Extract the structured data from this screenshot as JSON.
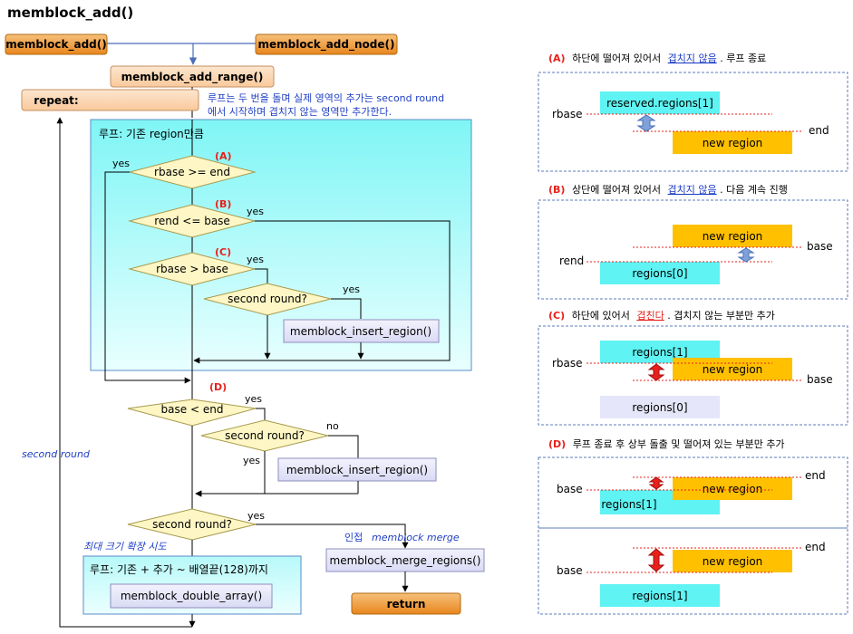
{
  "title": "memblock_add()",
  "flow": {
    "memblock_add": "memblock_add()",
    "memblock_add_node": "memblock_add_node()",
    "memblock_add_range": "memblock_add_range()",
    "repeat": "repeat:",
    "repeat_note_1": "루프는 두 번을 돌며 실제 영역의 추가는 second round",
    "repeat_note_2": "에서 시작하며 겹치지 않는 영역만 추가한다.",
    "loop1_label": "루프: 기존 region만큼",
    "cond_a": "rbase >= end",
    "cond_b": "rend <= base",
    "cond_c": "rbase > base",
    "cond_c2": "second round?",
    "insert_1": "memblock_insert_region()",
    "cond_d": "base < end",
    "cond_d2": "second round?",
    "insert_2": "memblock_insert_region()",
    "cond_final": "second round?",
    "merge_note_prefix": "인접",
    "merge_note_italic": "memblock merge",
    "merge": "memblock_merge_regions()",
    "return": "return",
    "expand_note": "최대 크기 확장 시도",
    "loop2_label": "루프: 기존 + 추가 ~ 배열끝(128)까지",
    "double_array": "memblock_double_array()",
    "second_round_side": "second  round",
    "marker_a": "(A)",
    "marker_b": "(B)",
    "marker_c": "(C)",
    "marker_d": "(D)",
    "yes": "yes",
    "no": "no"
  },
  "cases": {
    "a": {
      "marker": "(A)",
      "t1": "하단에 떨어져 있어서",
      "link": "겹치지 않음",
      "t2": ". 루프 종료",
      "region_top": "reserved.regions[1]",
      "region_new": "new region",
      "label_left": "rbase",
      "label_right": "end"
    },
    "b": {
      "marker": "(B)",
      "t1": "상단에 떨어져 있어서",
      "link": "겹치지 않음",
      "t2": ". 다음 계속 진행",
      "region_new": "new region",
      "region_bottom": "regions[0]",
      "label_left": "rend",
      "label_right": "base"
    },
    "c": {
      "marker": "(C)",
      "t1": "하단에 있어서",
      "link": "겹친다",
      "t2": ". 겹치지 않는 부분만 추가",
      "region_top": "regions[1]",
      "region_new": "new region",
      "region_bottom": "regions[0]",
      "label_left": "rbase",
      "label_right": "base"
    },
    "d": {
      "marker": "(D)",
      "t1": "루프 종료 후 상부 돌출 및 떨어져 있는 부분만 추가",
      "p1_region_new": "new region",
      "p1_region_back": "regions[1]",
      "p1_label_left": "base",
      "p1_label_right": "end",
      "p2_region_new": "new region",
      "p2_region_bottom": "regions[1]",
      "p2_label_left": "base",
      "p2_label_right": "end"
    }
  },
  "colors": {
    "orange_fill": "#f2a13a",
    "peach_fill": "#fcd5b4",
    "diamond_fill": "#fef6c4",
    "cyan_fill": "#5ff3f3",
    "yellow_fill": "#ffc000",
    "lavender_fill": "#e6e6fa",
    "arrow_blue": "#4a6eb8",
    "red": "#e8211b"
  }
}
